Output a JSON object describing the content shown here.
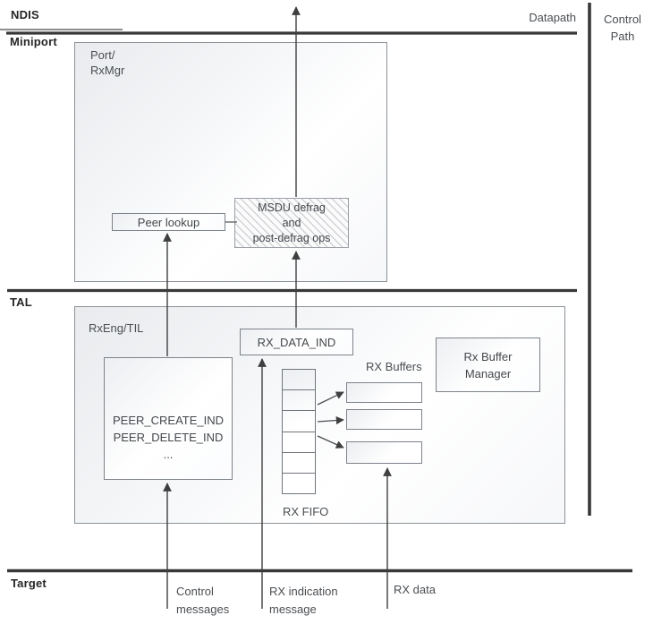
{
  "colors": {
    "divider_line": "#383838",
    "arrow_line": "#3f3f3f",
    "box_border": "#7d838a",
    "text": "#4a4e52",
    "heading_text": "#262626",
    "hatch": "#afb2b6"
  },
  "headings": {
    "ndis": "NDIS",
    "miniport": "Miniport",
    "tal": "TAL",
    "target": "Target"
  },
  "top": {
    "datapath": "Datapath",
    "control_path_line1": "Control",
    "control_path_line2": "Path"
  },
  "miniport": {
    "port_box_line1": "Port/",
    "port_box_line2": "RxMgr",
    "peer_lookup": "Peer lookup",
    "msdu_line1": "MSDU defrag",
    "msdu_line2": "and",
    "msdu_line3": "post-defrag ops"
  },
  "tal": {
    "rxeng_label": "RxEng/TIL",
    "rx_data_ind": "RX_DATA_IND",
    "peer_box_line1": "PEER_CREATE_IND",
    "peer_box_line2": "PEER_DELETE_IND",
    "peer_box_line3": "...",
    "rx_fifo_label": "RX FIFO",
    "rx_buffers_label": "RX Buffers",
    "buffer_manager_line1": "Rx Buffer",
    "buffer_manager_line2": "Manager"
  },
  "bottom": {
    "control_line1": "Control",
    "control_line2": "messages",
    "rx_indication_line1": "RX indication",
    "rx_indication_line2": "message",
    "rx_data": "RX data"
  }
}
